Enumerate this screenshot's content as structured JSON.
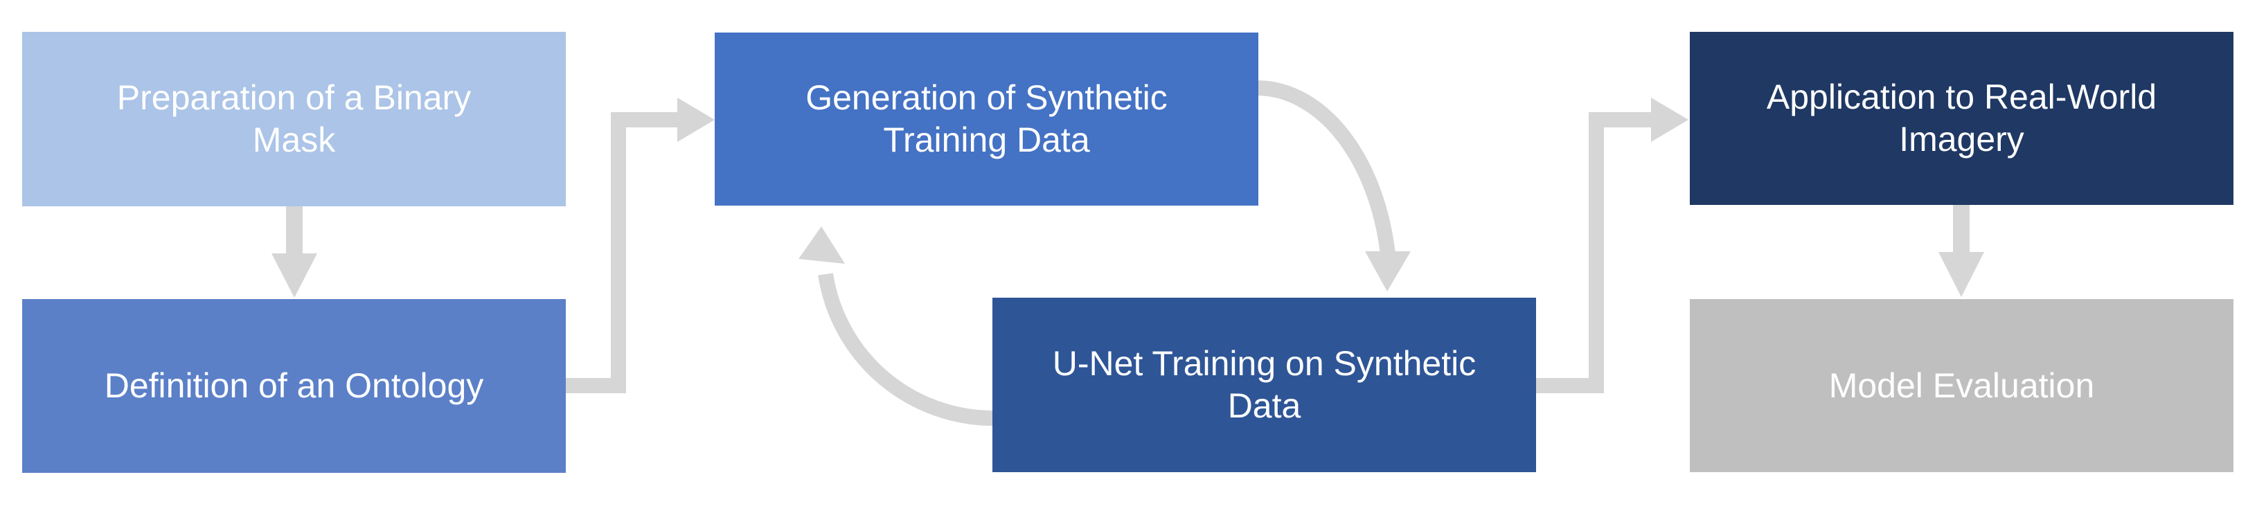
{
  "diagram": {
    "type": "flowchart",
    "background_color": "#FFFFFF",
    "arrow_color": "#D6D6D6",
    "boxes": [
      {
        "id": "preparation-binary-mask",
        "label": "Preparation of a Binary Mask",
        "color": "#ABC4E7",
        "text_color": "#FFFFFF"
      },
      {
        "id": "definition-ontology",
        "label": "Definition of an Ontology",
        "color": "#5B80C8",
        "text_color": "#FFFFFF"
      },
      {
        "id": "generation-synthetic-data",
        "label": "Generation of Synthetic Training Data",
        "color": "#4472C4",
        "text_color": "#FFFFFF"
      },
      {
        "id": "unet-training",
        "label": "U-Net Training on Synthetic Data",
        "color": "#2E5596",
        "text_color": "#FFFFFF"
      },
      {
        "id": "application-real-world",
        "label": "Application to Real-World Imagery",
        "color": "#1F3864",
        "text_color": "#FFFFFF"
      },
      {
        "id": "model-evaluation",
        "label": "Model Evaluation",
        "color": "#BFBFBF",
        "text_color": "#FFFFFF"
      }
    ],
    "connections": [
      {
        "from": "Preparation of a Binary Mask",
        "to": "Definition of an Ontology",
        "style": "straight-down-arrow"
      },
      {
        "from": "Definition of an Ontology",
        "to": "Generation of Synthetic Training Data",
        "style": "elbow-arrow"
      },
      {
        "from": "Generation of Synthetic Training Data",
        "to": "U-Net Training on Synthetic Data",
        "style": "curved-arrow"
      },
      {
        "from": "U-Net Training on Synthetic Data",
        "to": "Generation of Synthetic Training Data",
        "style": "curved-arrow"
      },
      {
        "from": "U-Net Training on Synthetic Data",
        "to": "Application to Real-World Imagery",
        "style": "elbow-arrow"
      },
      {
        "from": "Application to Real-World Imagery",
        "to": "Model Evaluation",
        "style": "straight-down-arrow"
      }
    ]
  }
}
